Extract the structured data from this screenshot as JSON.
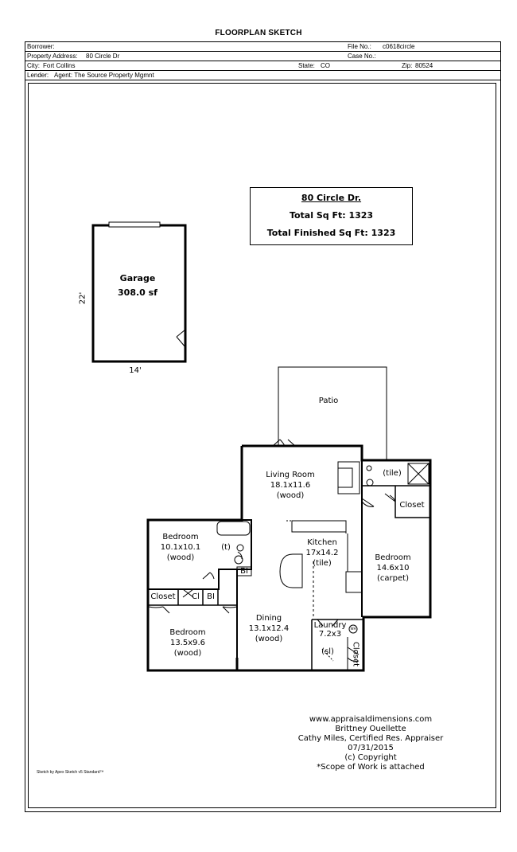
{
  "header": {
    "title": "FLOORPLAN SKETCH",
    "borrower_label": "Borrower:",
    "file_no_label": "File No.:",
    "file_no": "c0618circle",
    "property_address_label": "Property Address:",
    "property_address": "80 Circle Dr",
    "case_no_label": "Case No.:",
    "city_label": "City:",
    "city": "Fort Collins",
    "state_label": "State:",
    "state": "CO",
    "zip_label": "Zip:",
    "zip": "80524",
    "lender_label": "Lender:",
    "lender": "Agent:  The Source Property Mgmnt"
  },
  "summary": {
    "address": "80 Circle Dr.",
    "total_sqft": "Total Sq Ft:  1323",
    "total_finished_sqft": "Total Finished Sq Ft:  1323"
  },
  "garage": {
    "name": "Garage",
    "area": "308.0 sf",
    "dim_depth": "22'",
    "dim_width": "14'"
  },
  "rooms": {
    "patio": "Patio",
    "living_name": "Living Room",
    "living_dim": "18.1x11.6",
    "living_floor": "(wood)",
    "bath_floor": "(tile)",
    "closet_right": "Closet",
    "bedroom_right_name": "Bedroom",
    "bedroom_right_dim": "14.6x10",
    "bedroom_right_floor": "(carpet)",
    "kitchen_name": "Kitchen",
    "kitchen_dim": "17x14.2",
    "kitchen_floor": "(tile)",
    "bedroom_tl_name": "Bedroom",
    "bedroom_tl_dim": "10.1x10.1",
    "bedroom_tl_floor": "(wood)",
    "bath2_floor": "(t)",
    "bi_1": "BI",
    "closet_left": "Closet",
    "cl": "Cl",
    "bi_2": "BI",
    "bedroom_bl_name": "Bedroom",
    "bedroom_bl_dim": "13.5x9.6",
    "bedroom_bl_floor": "(wood)",
    "dining_name": "Dining",
    "dining_dim": "13.1x12.4",
    "dining_floor": "(wood)",
    "laundry_name": "Laundry",
    "laundry_dim": "7.2x3",
    "laundry_floor": "(sl)",
    "closet_bottom": "Closet",
    "wh": "WH"
  },
  "credits": {
    "website": "www.appraisaldimensions.com",
    "name1": "Brittney Ouellette",
    "name2": "Cathy Miles, Certified Res. Appraiser",
    "date": "07/31/2015",
    "copyright": "(c) Copyright",
    "scope": "*Scope of Work is attached"
  },
  "footer": {
    "apex": "Sketch by Apex Sketch v5 Standard™"
  }
}
